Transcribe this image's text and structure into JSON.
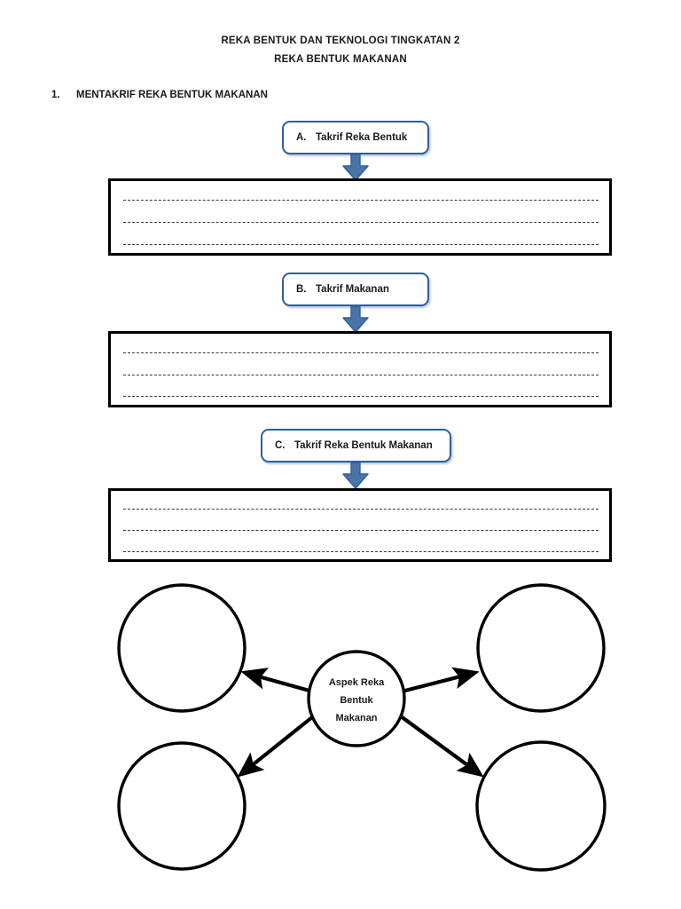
{
  "document": {
    "header": {
      "line1": "REKA BENTUK DAN TEKNOLOGI TINGKATAN 2",
      "line2": "REKA BENTUK MAKANAN"
    },
    "section": {
      "number": "1.",
      "title": "MENTAKRIF REKA BENTUK MAKANAN"
    },
    "items": [
      {
        "letter": "A.",
        "label": "Takrif Reka Bentuk",
        "arrow_icon": "down-arrow-icon",
        "answer_lines": 3
      },
      {
        "letter": "B.",
        "label": "Takrif Makanan",
        "arrow_icon": "down-arrow-icon",
        "answer_lines": 3
      },
      {
        "letter": "C.",
        "label": "Takrif Reka Bentuk Makanan",
        "arrow_icon": "down-arrow-icon",
        "answer_lines": 3
      }
    ],
    "mindmap": {
      "center": {
        "line1": "Aspek Reka",
        "line2": "Bentuk",
        "line3": "Makanan"
      },
      "branches": [
        {
          "position": "top-left",
          "label": ""
        },
        {
          "position": "top-right",
          "label": ""
        },
        {
          "position": "bottom-left",
          "label": ""
        },
        {
          "position": "bottom-right",
          "label": ""
        }
      ]
    }
  },
  "colors": {
    "label_border_blue": "#2f5f9e",
    "arrow_fill_blue": "#4a74a8",
    "arrow_stroke_blue": "#2f5f9e",
    "outline_black": "#000000",
    "text_black": "#1a1a1a"
  }
}
